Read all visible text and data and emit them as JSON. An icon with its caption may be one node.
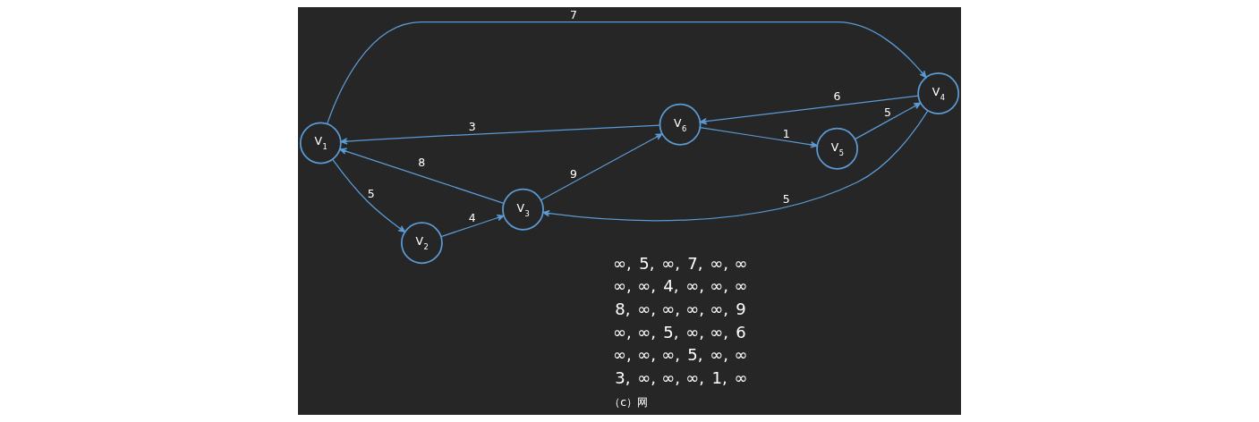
{
  "diagram": {
    "caption": "（c）网",
    "nodes": [
      {
        "text": [
          "V$_{1}$"
        ]
      },
      {
        "text": [
          "V$_{2}$"
        ]
      },
      {
        "text": [
          "V$_{3}$"
        ]
      },
      {
        "text": [
          "V$_{4}$"
        ]
      },
      {
        "text": [
          "V$_{5}$"
        ]
      },
      {
        "text": [
          "V$_{6}$"
        ]
      }
    ],
    "edges": [
      {
        "from": 0,
        "to": 1,
        "arrow": "to",
        "label": "5"
      },
      {
        "from": 0,
        "to": 3,
        "arrow": "to",
        "label": "7"
      },
      {
        "from": 1,
        "to": 2,
        "arrow": "to",
        "label": "4"
      },
      {
        "from": 2,
        "to": 0,
        "arrow": "to",
        "label": "8"
      },
      {
        "from": 2,
        "to": 5,
        "arrow": "to",
        "label": "9"
      },
      {
        "from": 3,
        "to": 2,
        "arrow": "to",
        "label": "5"
      },
      {
        "from": 4,
        "to": 3,
        "arrow": "to",
        "label": "5"
      },
      {
        "from": 5,
        "to": 0,
        "arrow": "to",
        "label": "3"
      },
      {
        "from": 5,
        "to": 4,
        "arrow": "to",
        "label": "1"
      },
      {
        "from": 3,
        "to": 5,
        "arrow": "to",
        "label": "6"
      }
    ],
    "labels": [
      "∞,",
      "5,",
      "∞,",
      "7,",
      "∞,",
      "∞",
      "∞,",
      "∞,",
      "4,",
      "∞,",
      "∞,",
      "∞",
      "8,",
      "∞,",
      "∞,",
      "∞,",
      "∞,",
      "9",
      "∞,",
      "∞,",
      "5,",
      "∞,",
      "∞,",
      "6",
      "∞,",
      "∞,",
      "∞,",
      "5,",
      "∞,",
      "∞",
      "3,",
      "∞,",
      "∞,",
      "∞,",
      "1,",
      "∞"
    ]
  }
}
